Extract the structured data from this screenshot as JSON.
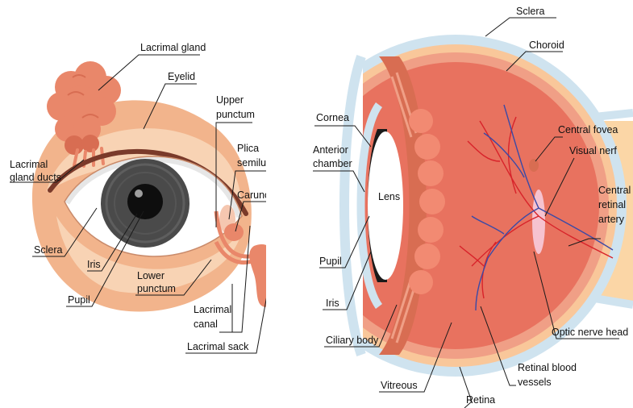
{
  "colors": {
    "skin": "#f2b48c",
    "skin_light": "#f8d3b4",
    "eyelid": "#f4c09c",
    "gland": "#e9876a",
    "gland_shade": "#d86d52",
    "sclera_blue": "#cfe3ef",
    "choroid": "#f9c79a",
    "retina": "#f09f86",
    "vitreous": "#e8725f",
    "vessel_red": "#d8232a",
    "vessel_blue": "#3b4aa6",
    "nerve": "#fbd6a6",
    "iris": "#4a4a4a",
    "pupil": "#0e0e0e"
  },
  "external_eye": {
    "labels": {
      "lacrimal_gland": "Lacrimal gland",
      "eyelid": "Eyelid",
      "upper_punctum_1": "Upper",
      "upper_punctum_2": "punctum",
      "plica_1": "Plica",
      "plica_2": "semilunaris",
      "caruncle": "Caruncle",
      "lacrimal_ducts_1": "Lacrimal",
      "lacrimal_ducts_2": "gland ducts",
      "sclera": "Sclera",
      "iris": "Iris",
      "pupil": "Pupil",
      "lower_punctum_1": "Lower",
      "lower_punctum_2": "punctum",
      "lacrimal_canal_1": "Lacrimal",
      "lacrimal_canal_2": "canal",
      "lacrimal_sack": "Lacrimal sack"
    }
  },
  "cross_section": {
    "labels": {
      "sclera": "Sclera",
      "choroid": "Choroid",
      "cornea": "Cornea",
      "anterior_chamber_1": "Anterior",
      "anterior_chamber_2": "chamber",
      "lens": "Lens",
      "central_fovea": "Central fovea",
      "visual_nerf": "Visual nerf",
      "central_retinal_artery_1": "Central",
      "central_retinal_artery_2": "retinal",
      "central_retinal_artery_3": "artery",
      "pupil": "Pupil",
      "iris": "Iris",
      "ciliary_body": "Ciliary body",
      "optic_nerve_head": "Optic nerve head",
      "vitreous": "Vitreous",
      "retina": "Retina",
      "retinal_blood_vessels_1": "Retinal blood",
      "retinal_blood_vessels_2": "vessels"
    }
  }
}
